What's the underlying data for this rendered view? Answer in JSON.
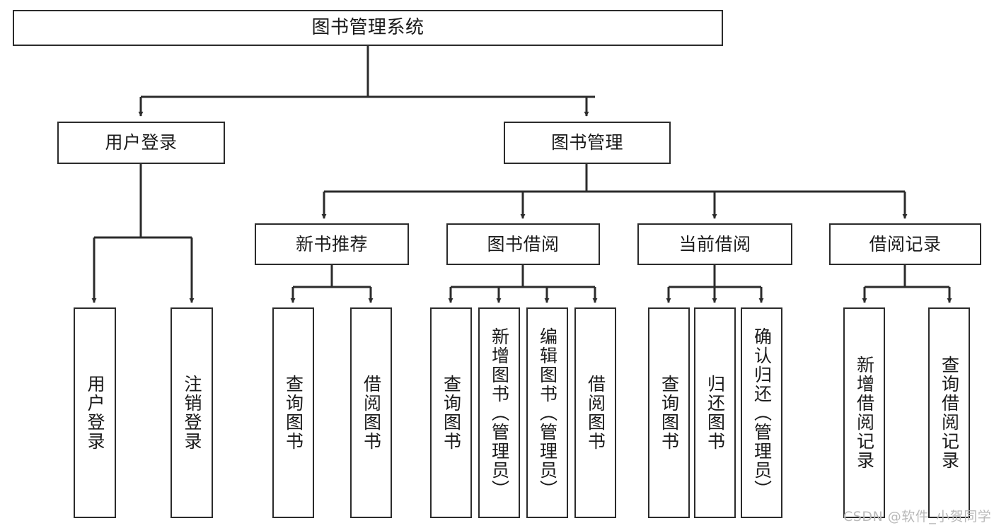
{
  "diagram": {
    "title": "图书管理系统",
    "type": "tree",
    "orientation": "top-down",
    "stroke_color": "#2b2b2b",
    "fill_color": "#ffffff",
    "text_color": "#1a1a1a",
    "watermark": "CSDN @软件_小贺同学",
    "watermark_color": "#b9b9b9"
  },
  "nodes": {
    "root": {
      "label": "图书管理系统",
      "level": 1
    },
    "level2": [
      {
        "id": "user-login",
        "label": "用户登录"
      },
      {
        "id": "book-manage",
        "label": "图书管理"
      }
    ],
    "level3": [
      {
        "id": "new-book-recommend",
        "label": "新书推荐",
        "parent": "book-manage"
      },
      {
        "id": "book-borrow",
        "label": "图书借阅",
        "parent": "book-manage"
      },
      {
        "id": "current-borrow",
        "label": "当前借阅",
        "parent": "book-manage"
      },
      {
        "id": "borrow-record",
        "label": "借阅记录",
        "parent": "book-manage"
      }
    ],
    "leaves": [
      {
        "id": "leaf-user-login",
        "label": "用户登录",
        "parent": "user-login"
      },
      {
        "id": "leaf-logout-login",
        "label": "注销登录",
        "parent": "user-login"
      },
      {
        "id": "leaf-query-book-1",
        "label": "查询图书",
        "parent": "new-book-recommend"
      },
      {
        "id": "leaf-borrow-book-1",
        "label": "借阅图书",
        "parent": "new-book-recommend"
      },
      {
        "id": "leaf-query-book-2",
        "label": "查询图书",
        "parent": "book-borrow"
      },
      {
        "id": "leaf-add-book",
        "label": "新增图书（管理员）",
        "parent": "book-borrow"
      },
      {
        "id": "leaf-edit-book",
        "label": "编辑图书（管理员）",
        "parent": "book-borrow"
      },
      {
        "id": "leaf-borrow-book-2",
        "label": "借阅图书",
        "parent": "book-borrow"
      },
      {
        "id": "leaf-query-book-3",
        "label": "查询图书",
        "parent": "current-borrow"
      },
      {
        "id": "leaf-return-book",
        "label": "归还图书",
        "parent": "current-borrow"
      },
      {
        "id": "leaf-confirm-return",
        "label": "确认归还（管理员）",
        "parent": "current-borrow"
      },
      {
        "id": "leaf-add-record",
        "label": "新增借阅记录",
        "parent": "borrow-record"
      },
      {
        "id": "leaf-query-record",
        "label": "查询借阅记录",
        "parent": "borrow-record"
      }
    ]
  }
}
